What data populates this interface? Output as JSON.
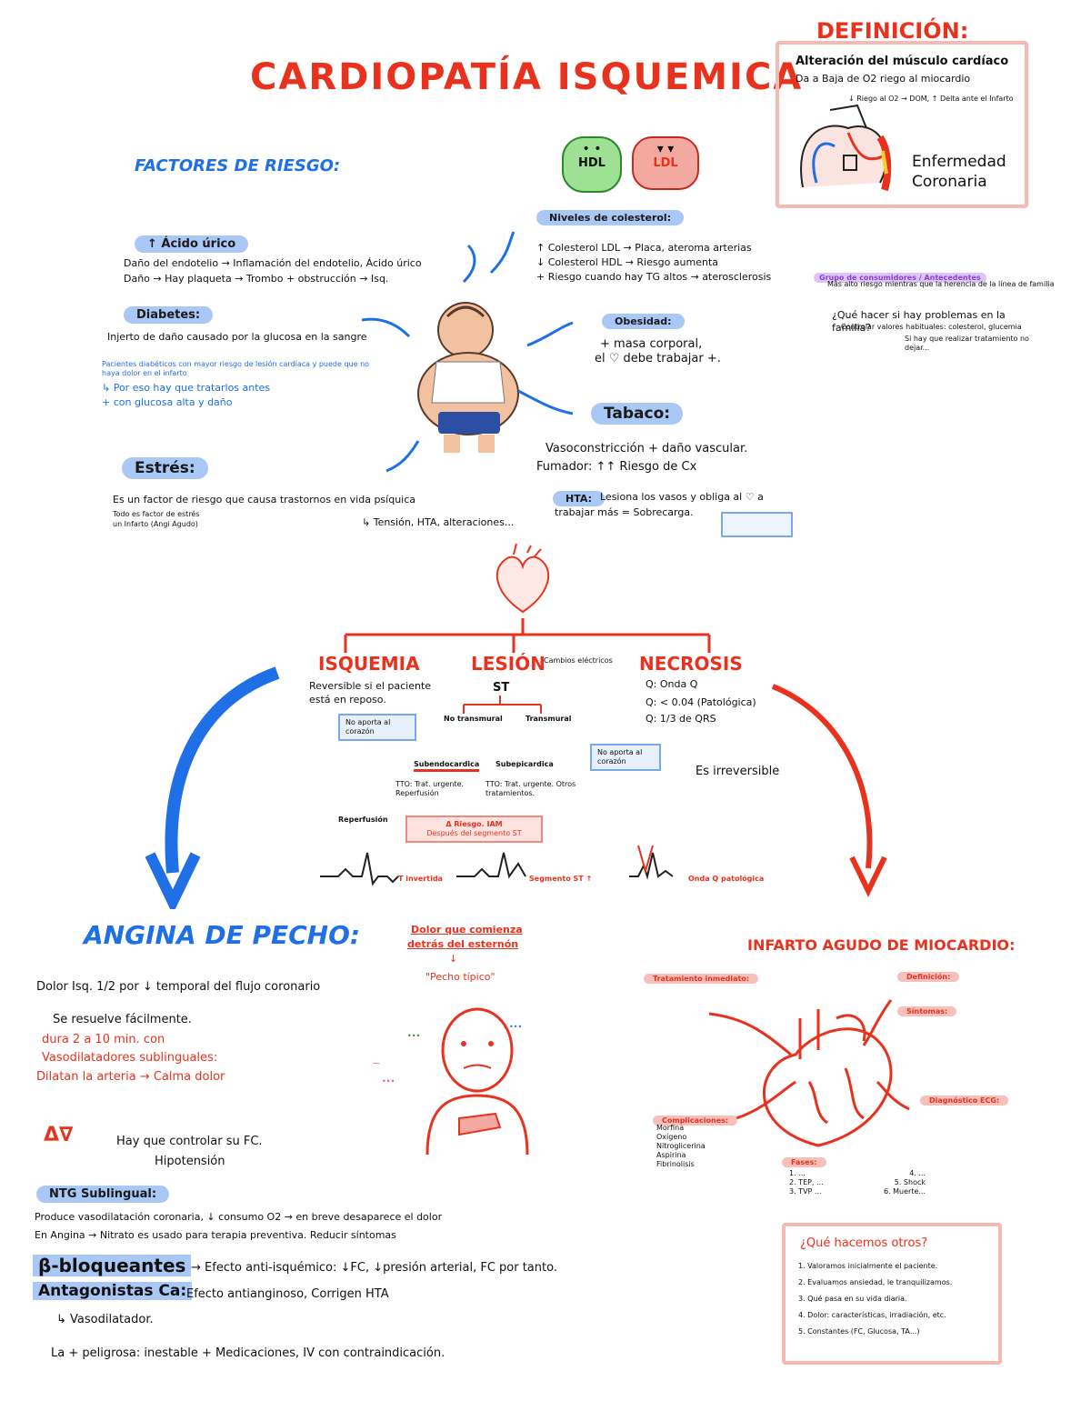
{
  "title": "CARDIOPATÍA ISQUEMICA",
  "definition": {
    "heading": "DEFINICIÓN:",
    "text1": "Alteración del músculo cardíaco",
    "text2": "Da a Baja de O2 riego al miocardio",
    "note": "↓ Riego al O2 → DOM, ↑ Delta ante el Infarto",
    "label": "Enfermedad Coronaria"
  },
  "risk": {
    "heading": "FACTORES DE RIESGO:",
    "hdl": "HDL",
    "ldl": "LDL",
    "acido_urico": {
      "pill": "↑ Ácido úrico",
      "l1": "Daño del endotelio → Inflamación del endotelio, Ácido úrico",
      "l2": "Daño → Hay plaqueta → Trombo + obstrucción → Isq."
    },
    "diabetes": {
      "pill": "Diabetes:",
      "l1": "Injerto de daño causado por la glucosa en la sangre",
      "b1": "Pacientes diabéticos con mayor riesgo de lesión cardíaca y puede que no",
      "b2": "haya dolor en el infarto",
      "b3": "↳ Por eso hay que tratarlos antes",
      "b4": "+ con glucosa alta y daño"
    },
    "estres": {
      "pill": "Estrés:",
      "l1": "Es un factor de riesgo que causa trastornos en vida psíquica",
      "l2": "Todo es factor de estrés",
      "l3": "un Infarto (Angi Agudo)",
      "l4": "↳ Tensión, HTA, alteraciones..."
    },
    "colesterol": {
      "pill": "Niveles de colesterol:",
      "l1": "↑ Colesterol LDL → Placa, ateroma arterias",
      "l2": "↓ Colesterol HDL → Riesgo aumenta",
      "l3": "+ Riesgo cuando hay TG altos → aterosclerosis"
    },
    "obesidad": {
      "pill": "Obesidad:",
      "l1": "+ masa corporal,",
      "l2": "el ♡ debe trabajar +."
    },
    "tabaco": {
      "pill": "Tabaco:",
      "l1": "Vasoconstricción + daño vascular.",
      "l2": "Fumador: ↑↑ Riesgo de Cx",
      "hta": "HTA:",
      "l3": "Lesiona los vasos y obliga al ♡ a",
      "l4": "trabajar más = Sobrecarga."
    }
  },
  "right_note": {
    "pill": "Grupo de consumidores / Antecedentes",
    "l1": "Más alto riesgo mientras que la herencia de la línea de familia",
    "l2": "¿Qué hacer si hay problemas en la familia?",
    "l3": "Controlar valores habituales: colesterol, glucemia",
    "l4": "Si hay que realizar tratamiento no dejar..."
  },
  "stages": {
    "isquemia": "ISQUEMIA",
    "lesion": "LESIÓN",
    "necrosis": "NECROSIS",
    "isq_text1": "Reversible si el paciente",
    "isq_text2": "está en reposo.",
    "st": "ST",
    "lesion_note": "Cambios eléctricos",
    "nec1": "Q: Onda Q",
    "nec2": "Q: < 0.04 (Patológica)",
    "nec3": "Q: 1/3 de QRS",
    "nec_note": "Es irreversible",
    "left_box": "No aporta al corazón",
    "right_box": "No aporta al corazón",
    "subendo": "Subendocardica",
    "subepi": "Subepicardica",
    "no_transmural": "No transmural",
    "transmural": "Transmural",
    "desc1": "TTO: Trat. urgente. Reperfusión",
    "desc2": "TTO: Trat. urgente. Otros tratamientos.",
    "reperf": "Reperfusión",
    "alert": "Δ Riesgo. IAM",
    "alert2": "Después del segmento ST",
    "ecg1": "T invertida",
    "ecg2": "Segmento ST ↑",
    "ecg3": "Onda Q patológica"
  },
  "angina": {
    "heading": "ANGINA DE PECHO:",
    "l1": "Dolor Isq. 1/2 por ↓ temporal del flujo coronario",
    "l2": "Se resuelve fácilmente.",
    "l3": "dura 2 a 10 min. con",
    "l4": "Vasodilatadores sublinguales:",
    "l5": "Dilatan la arteria → Calma dolor",
    "warn": "Hay que controlar su FC.",
    "warn2": "Hipotensión",
    "nitro_pill": "NTG Sublingual:",
    "n1": "Produce vasodilatación coronaria, ↓ consumo O2 → en breve desaparece el dolor",
    "n2": "En Angina → Nitrato es usado para terapia preventiva. Reducir síntomas",
    "beta": "β-bloqueantes",
    "beta_text": "→ Efecto anti-isquémico: ↓FC, ↓presión arterial, FC por tanto.",
    "antag": "Antagonistas Ca:",
    "antag_text": "Efecto antianginoso, Corrigen HTA",
    "vaso": "↳ Vasodilatador.",
    "final": "La + peligrosa: inestable + Medicaciones, IV con contraindicación."
  },
  "center_figure": {
    "top1": "Dolor que comienza",
    "top2": "detrás del esternón",
    "top3": "↓",
    "top4": "\"Pecho típico\""
  },
  "iam": {
    "heading": "INFARTO AGUDO DE MIOCARDIO:",
    "p1": "Tratamiento inmediato:",
    "p2": "Definición:",
    "p3": "Síntomas:",
    "p4": "Complicaciones:",
    "p5": "Diagnóstico ECG:",
    "p6": "Fases:",
    "b1": "Morfina",
    "b2": "Oxígeno",
    "b3": "Nitroglicerina",
    "b4": "Aspirina",
    "b5": "Fibrinolisis",
    "fases1": "1. ...",
    "fases2": "2. TEP, ...",
    "fases3": "3. TVP ...",
    "fases4": "4. ...",
    "fases5": "5. Shock",
    "fases6": "6. Muerte..."
  },
  "que_hacer": {
    "heading": "¿Qué hacemos otros?",
    "i1": "1. Valoramos inicialmente el paciente.",
    "i2": "2. Evaluamos ansiedad, le tranquilizamos.",
    "i3": "3. Qué pasa en su vida diaria.",
    "i4": "4. Dolor: características, irradiación, etc.",
    "i5": "5. Constantes (FC, Glucosa, TA...)"
  }
}
